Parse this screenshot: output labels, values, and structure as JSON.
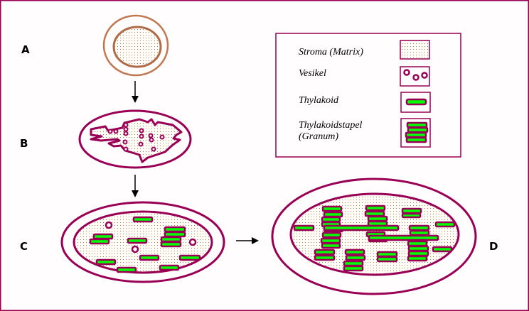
{
  "colors": {
    "membrane": "#990055",
    "stage_a_membrane": "#c07850",
    "stroma_dot": "#b07050",
    "stroma_bg": "#fffdf8",
    "thylakoid_fill": "#00ff00",
    "frame": "#990055",
    "arrow": "#000000",
    "background": "#fffdfd"
  },
  "stages": [
    {
      "id": "A",
      "label": "A"
    },
    {
      "id": "B",
      "label": "B"
    },
    {
      "id": "C",
      "label": "C"
    },
    {
      "id": "D",
      "label": "D"
    }
  ],
  "legend": {
    "items": [
      {
        "key": "stroma",
        "label": "Stroma (Matrix)",
        "icon": "stroma-swatch-icon"
      },
      {
        "key": "vesicle",
        "label": "Vesikel",
        "icon": "vesicles-icon"
      },
      {
        "key": "thylakoid",
        "label": "Thylakoid",
        "icon": "thylakoid-icon"
      },
      {
        "key": "granum",
        "label_line1": "Thylakoidstapel",
        "label_line2": "(Granum)",
        "icon": "granum-stack-icon"
      }
    ]
  }
}
